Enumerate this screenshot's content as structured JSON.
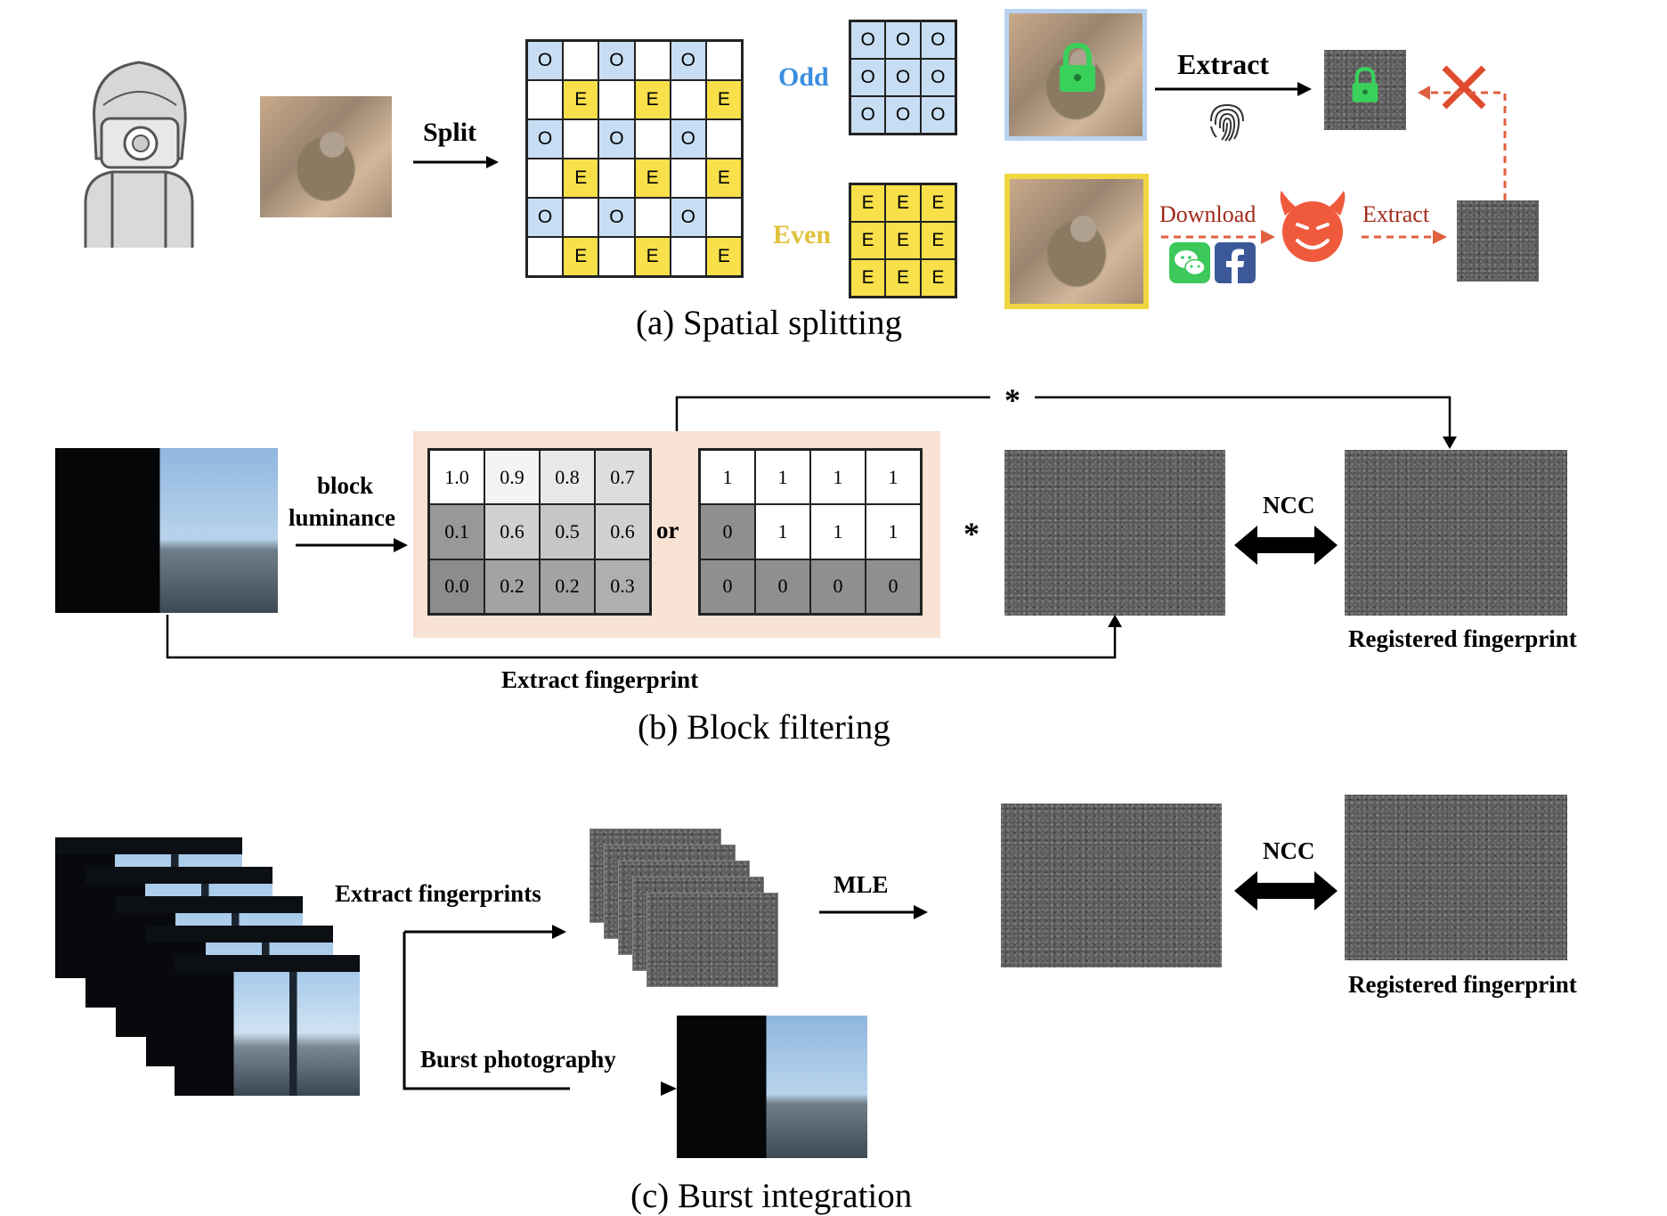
{
  "panel_a": {
    "split_label": "Split",
    "odd_label": "Odd",
    "even_label": "Even",
    "cell_odd": "O",
    "cell_even": "E",
    "extract_label": "Extract",
    "download_label": "Download",
    "extract2_label": "Extract",
    "caption": "(a) Spatial splitting",
    "colors": {
      "odd": "#c7ddf3",
      "even": "#f7e04a",
      "odd_text": "#3a8ee0",
      "even_text": "#e0c23c",
      "attack": "#e06040",
      "lock": "#3ad15a"
    },
    "icons": [
      "person-camera-icon",
      "fingerprint-icon",
      "lock-icon",
      "wechat-icon",
      "facebook-icon",
      "devil-icon",
      "cross-icon"
    ]
  },
  "panel_b": {
    "block_label_1": "block",
    "block_label_2": "luminance",
    "lum_values": [
      "1.0",
      "0.9",
      "0.8",
      "0.7",
      "0.1",
      "0.6",
      "0.5",
      "0.6",
      "0.0",
      "0.2",
      "0.2",
      "0.3"
    ],
    "or_label": "or",
    "mask_values": [
      "1",
      "1",
      "1",
      "1",
      "0",
      "1",
      "1",
      "1",
      "0",
      "0",
      "0",
      "0"
    ],
    "star_label": "*",
    "ncc_label": "NCC",
    "registered_label": "Registered fingerprint",
    "extract_fp_label": "Extract fingerprint",
    "caption": "(b) Block filtering"
  },
  "panel_c": {
    "extract_fps_label": "Extract fingerprints",
    "mle_label": "MLE",
    "ncc_label": "NCC",
    "registered_label": "Registered fingerprint",
    "burst_label": "Burst photography",
    "caption": "(c) Burst integration"
  }
}
